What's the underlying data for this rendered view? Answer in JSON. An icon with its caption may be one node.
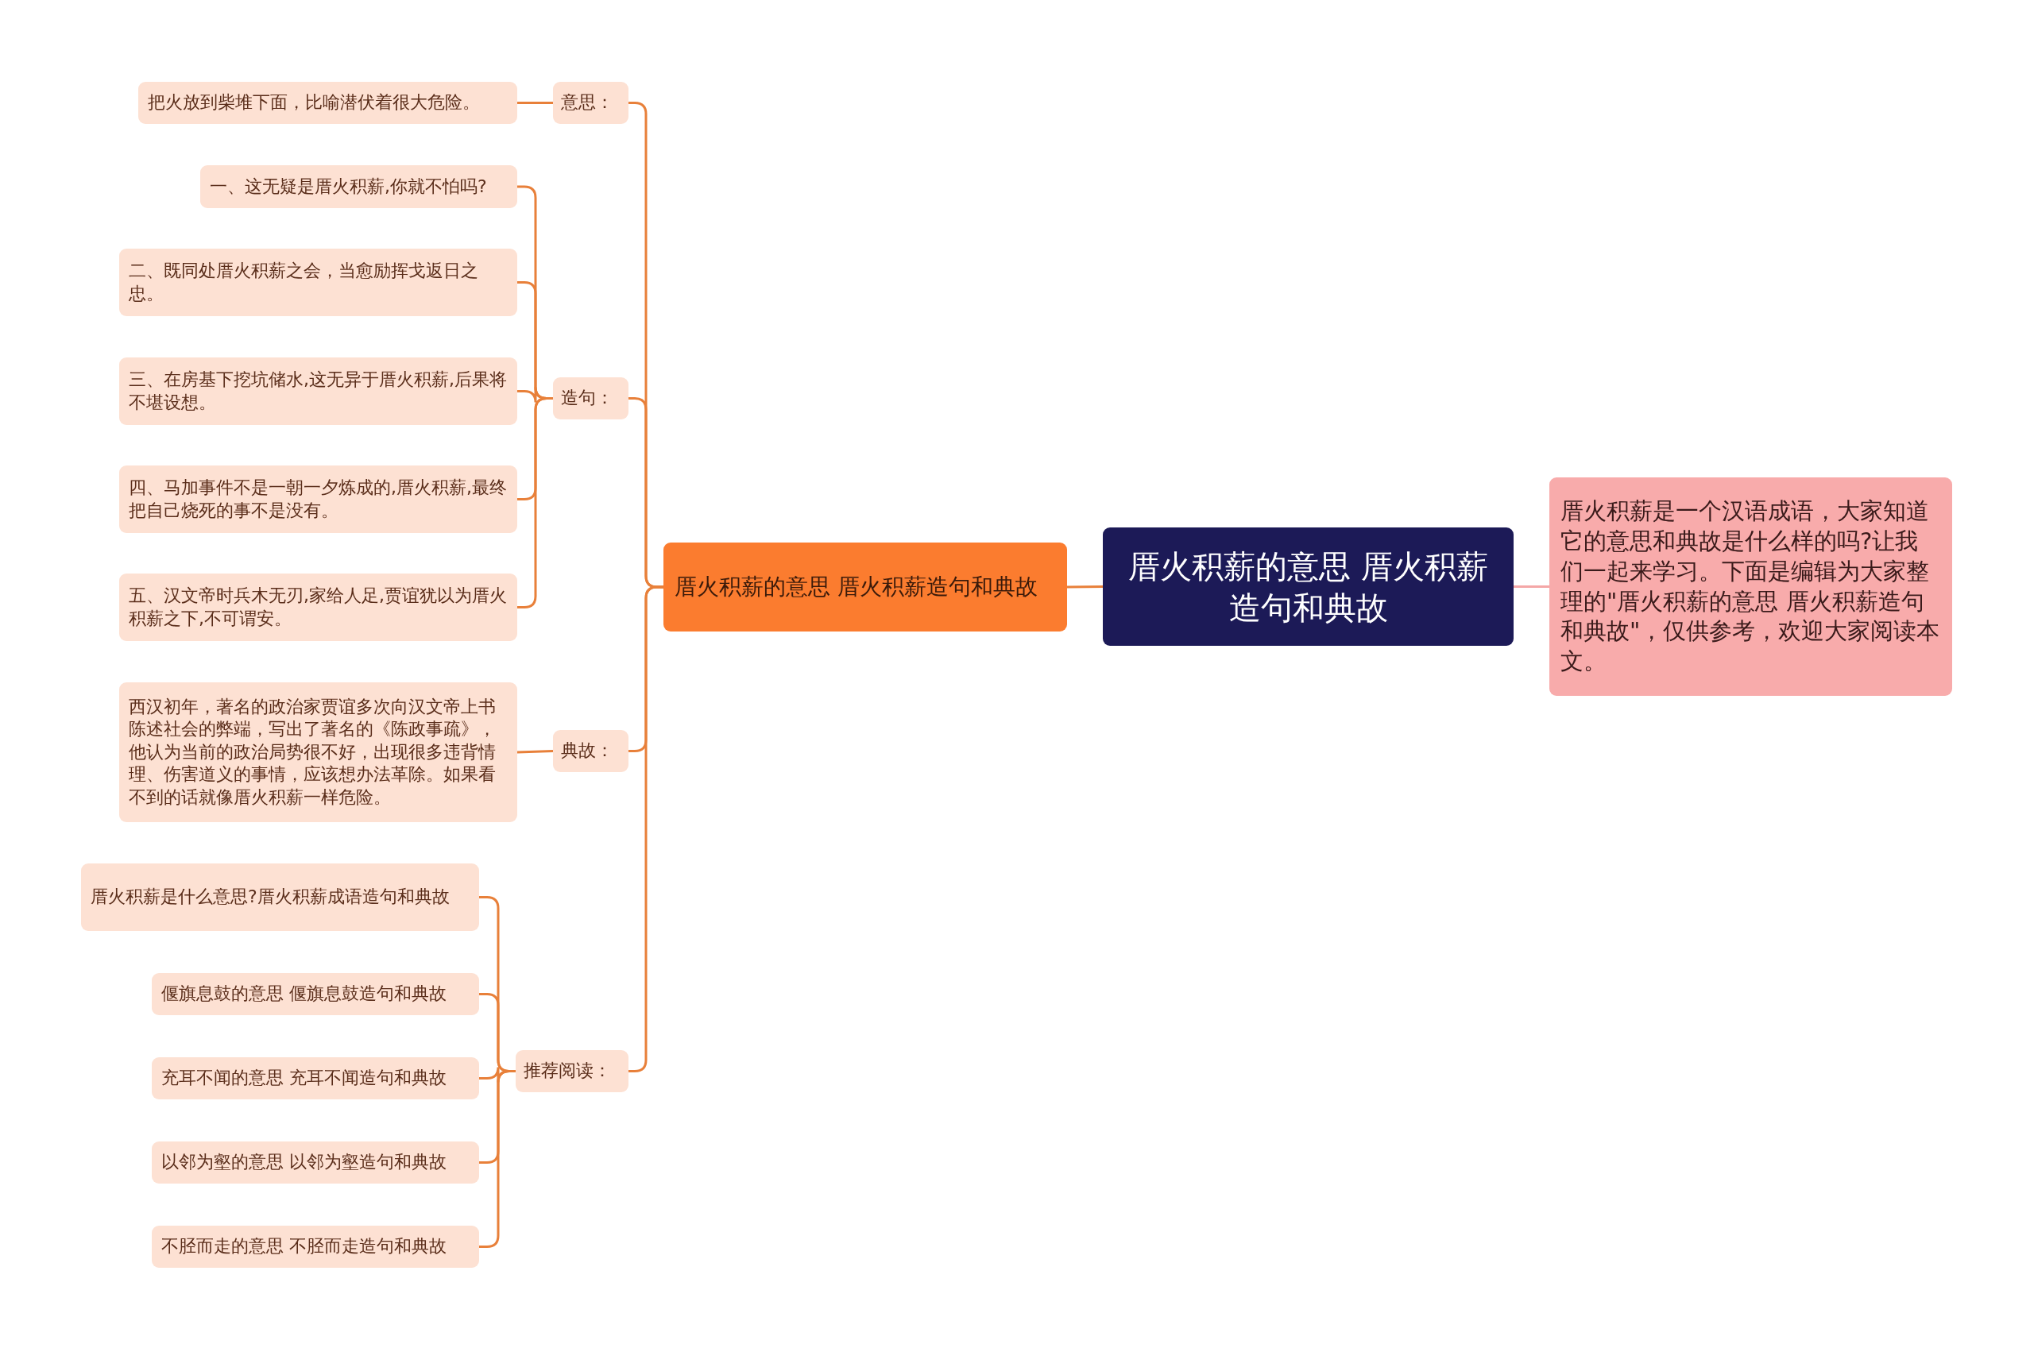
{
  "diagram": {
    "nodes": [
      {
        "text": [
          "厝火积薪的意思 厝火积薪造句和典故"
        ]
      },
      {
        "text": [
          "厝火积薪是一个汉语成语，大家知道它的意思和典故是什么样的吗?让我们一起来学习。下面是编辑为大家整理的\"厝火积薪的意思 厝火积薪造句和典故\"，仅供参考，欢迎大家阅读本文。"
        ]
      },
      {
        "text": [
          "厝火积薪的意思 厝火积薪造句和典故"
        ]
      },
      {
        "text": [
          "意思："
        ]
      },
      {
        "text": [
          "把火放到柴堆下面，比喻潜伏着很大危险。"
        ]
      },
      {
        "text": [
          "造句："
        ]
      },
      {
        "text": [
          "一、这无疑是厝火积薪,你就不怕吗?"
        ]
      },
      {
        "text": [
          "二、既同处厝火积薪之会，当愈励挥戈返日之忠。"
        ]
      },
      {
        "text": [
          "三、在房基下挖坑储水,这无异于厝火积薪,后果将不堪设想。"
        ]
      },
      {
        "text": [
          "四、马加事件不是一朝一夕炼成的,厝火积薪,最终把自己烧死的事不是没有。"
        ]
      },
      {
        "text": [
          "五、汉文帝时兵木无刃,家给人足,贾谊犹以为厝火积薪之下,不可谓安。"
        ]
      },
      {
        "text": [
          "典故："
        ]
      },
      {
        "text": [
          "西汉初年，著名的政治家贾谊多次向汉文帝上书陈述社会的弊端，写出了著名的《陈政事疏》，他认为当前的政治局势很不好，出现很多违背情理、伤害道义的事情，应该想办法革除。如果看不到的话就像厝火积薪一样危险。"
        ]
      },
      {
        "text": [
          "推荐阅读："
        ]
      },
      {
        "text": [
          "厝火积薪是什么意思?厝火积薪成语造句和典故"
        ]
      },
      {
        "text": [
          "偃旗息鼓的意思 偃旗息鼓造句和典故"
        ]
      },
      {
        "text": [
          "充耳不闻的意思 充耳不闻造句和典故"
        ]
      },
      {
        "text": [
          "以邻为壑的意思 以邻为壑造句和典故"
        ]
      },
      {
        "text": [
          "不胫而走的意思 不胫而走造句和典故"
        ]
      }
    ],
    "edges": [
      {
        "from": 0,
        "to": 1,
        "arrow": "none",
        "color": "#f4a7a7"
      },
      {
        "from": 0,
        "to": 2,
        "arrow": "none"
      },
      {
        "from": 2,
        "to": 3,
        "arrow": "none"
      },
      {
        "from": 3,
        "to": 4,
        "arrow": "none"
      },
      {
        "from": 2,
        "to": 5,
        "arrow": "none"
      },
      {
        "from": 5,
        "to": 6,
        "arrow": "none"
      },
      {
        "from": 5,
        "to": 7,
        "arrow": "none"
      },
      {
        "from": 5,
        "to": 8,
        "arrow": "none"
      },
      {
        "from": 5,
        "to": 9,
        "arrow": "none"
      },
      {
        "from": 5,
        "to": 10,
        "arrow": "none"
      },
      {
        "from": 2,
        "to": 11,
        "arrow": "none"
      },
      {
        "from": 11,
        "to": 12,
        "arrow": "none"
      },
      {
        "from": 2,
        "to": 13,
        "arrow": "none"
      },
      {
        "from": 13,
        "to": 14,
        "arrow": "none"
      },
      {
        "from": 13,
        "to": 15,
        "arrow": "none"
      },
      {
        "from": 13,
        "to": 16,
        "arrow": "none"
      },
      {
        "from": 13,
        "to": 17,
        "arrow": "none"
      },
      {
        "from": 13,
        "to": 18,
        "arrow": "none"
      }
    ]
  }
}
